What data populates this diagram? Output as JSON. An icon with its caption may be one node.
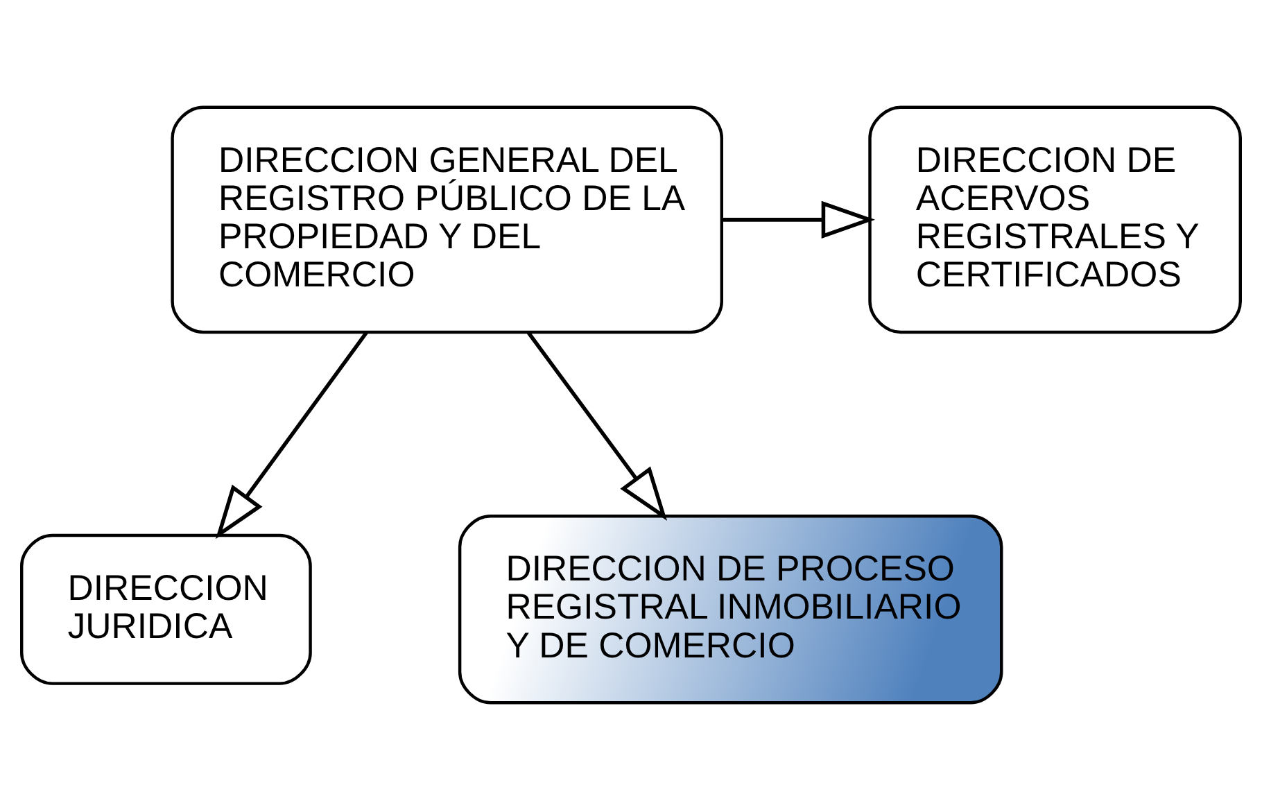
{
  "diagram": {
    "nodes": [
      {
        "text": [
          "DIRECCION GENERAL DEL REGISTRO PÚBLICO DE LA PROPIEDAD Y DEL COMERCIO"
        ]
      },
      {
        "text": [
          "DIRECCION DE ACERVOS REGISTRALES Y CERTIFICADOS"
        ]
      },
      {
        "text": [
          "DIRECCION JURIDICA"
        ]
      },
      {
        "text": [
          "DIRECCION DE PROCESO REGISTRAL INMOBILIARIO Y DE COMERCIO"
        ]
      }
    ],
    "edges": [
      {
        "from": 0,
        "to": 1,
        "arrow": "to"
      },
      {
        "from": 0,
        "to": 2,
        "arrow": "to"
      },
      {
        "from": 0,
        "to": 3,
        "arrow": "to"
      }
    ]
  }
}
